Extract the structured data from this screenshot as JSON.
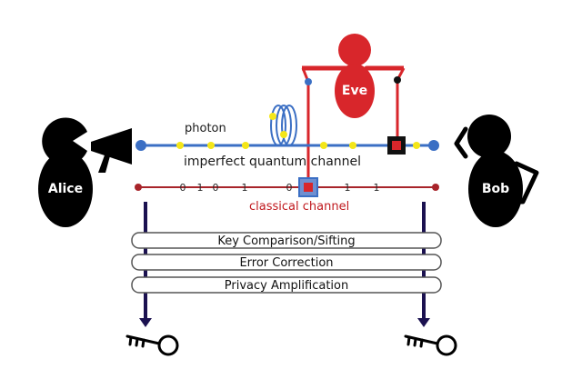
{
  "participants": {
    "alice": "Alice",
    "bob": "Bob",
    "eve": "Eve"
  },
  "quantum_channel": {
    "photon_label": "photon",
    "label": "imperfect quantum channel",
    "line_color": "#3b6fc4",
    "photon_color": "#f4e619"
  },
  "classical_channel": {
    "label": "classical channel",
    "bits": [
      "0",
      "1",
      "0",
      "1",
      "0",
      "1",
      "1"
    ],
    "line_color": "#a8242a"
  },
  "eve_color": "#d8262b",
  "post_processing": {
    "steps": [
      "Key Comparison/Sifting",
      "Error Correction",
      "Privacy Amplification"
    ]
  },
  "icons": [
    "megaphone-icon",
    "telephone-icon",
    "key-icon"
  ]
}
